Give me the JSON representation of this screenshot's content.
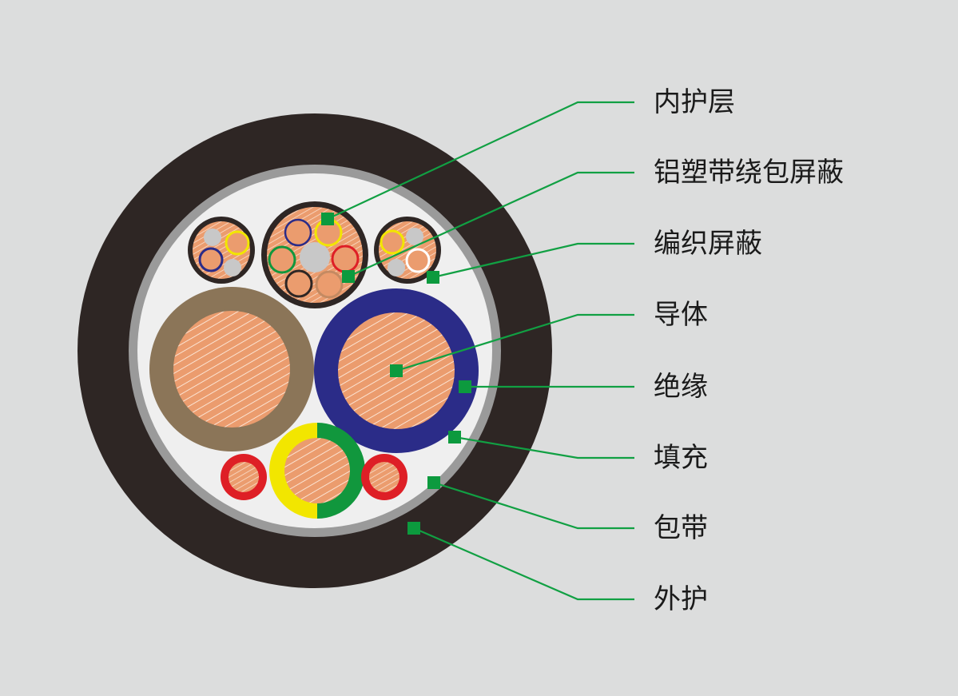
{
  "colors": {
    "background": "#dcdddd",
    "outer_sheath": "#2e2624",
    "tape": "#9a9a9a",
    "filler": "#efefef",
    "copper": "#eb9c6e",
    "leader_line": "#11a043",
    "marker": "#0c9a3e",
    "brown_insulation": "#8b7558",
    "blue_insulation": "#2b2c88",
    "earth_yellow": "#f2e600",
    "earth_green": "#11973d",
    "red_insulation": "#de1f26"
  },
  "labels": [
    {
      "key": "inner_sheath",
      "text": "内护层"
    },
    {
      "key": "al_plastic_shield",
      "text": "铝塑带绕包屏蔽"
    },
    {
      "key": "braid_shield",
      "text": "编织屏蔽"
    },
    {
      "key": "conductor",
      "text": "导体"
    },
    {
      "key": "insulation",
      "text": "绝缘"
    },
    {
      "key": "filler",
      "text": "填充"
    },
    {
      "key": "tape",
      "text": "包带"
    },
    {
      "key": "outer_sheath",
      "text": "外护"
    }
  ]
}
